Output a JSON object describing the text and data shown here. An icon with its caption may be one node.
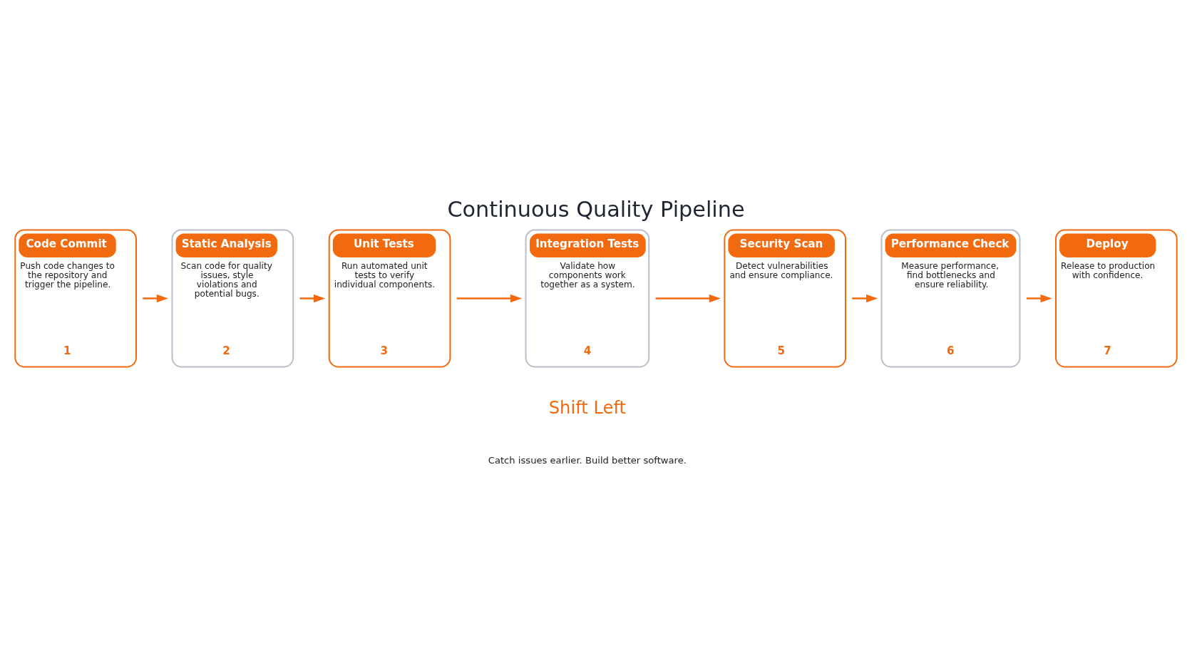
{
  "diagram": {
    "title": "Continuous Quality Pipeline",
    "nodes": [
      {
        "text": [
          "Code Commit",
          "Push code changes to the repository and trigger the pipeline.",
          "1"
        ]
      },
      {
        "text": [
          "Static Analysis",
          "Scan code for quality issues, style violations and potential bugs.",
          "2"
        ]
      },
      {
        "text": [
          "Unit Tests",
          "Run automated unit tests to verify individual components.",
          "3"
        ]
      },
      {
        "text": [
          "Integration Tests",
          "Validate how components work together as a system.",
          "4"
        ]
      },
      {
        "text": [
          "Security Scan",
          "Detect vulnerabilities and ensure compliance.",
          "5"
        ]
      },
      {
        "text": [
          "Performance Check",
          "Measure performance, find bottlenecks and ensure reliability.",
          "6"
        ]
      },
      {
        "text": [
          "Deploy",
          "Release to production with confidence.",
          "7"
        ]
      }
    ],
    "edges": [
      {
        "from": 0,
        "to": 1,
        "arrow": "to"
      },
      {
        "from": 1,
        "to": 2,
        "arrow": "to"
      },
      {
        "from": 2,
        "to": 3,
        "arrow": "to"
      },
      {
        "from": 3,
        "to": 4,
        "arrow": "to"
      },
      {
        "from": 4,
        "to": 5,
        "arrow": "to"
      },
      {
        "from": 5,
        "to": 6,
        "arrow": "to"
      }
    ],
    "labels": [
      "Shift Left",
      "Catch issues earlier. Build better software."
    ]
  }
}
